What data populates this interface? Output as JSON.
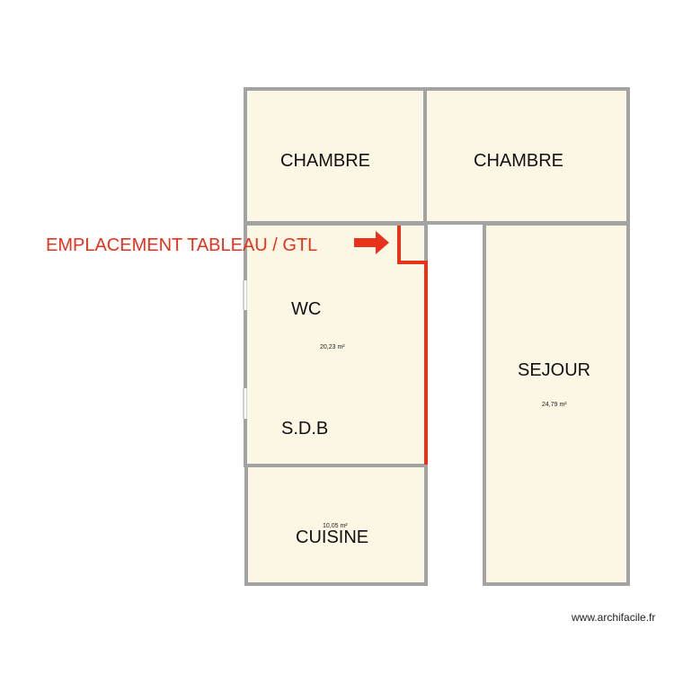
{
  "colors": {
    "room_fill": "#fbf7e4",
    "wall": "#a3a3a3",
    "annotation_red": "#e8321c"
  },
  "rooms": {
    "chambre_1": {
      "name": "CHAMBRE",
      "area": ""
    },
    "chambre_2": {
      "name": "CHAMBRE",
      "area": ""
    },
    "wc": {
      "name": "WC"
    },
    "sdb": {
      "name": "S.D.B"
    },
    "wc_sdb_area": "20,23 m²",
    "sejour": {
      "name": "SEJOUR",
      "area": "24,79 m²"
    },
    "cuisine": {
      "name": "CUISINE",
      "area": "10,05 m²"
    }
  },
  "annotation": {
    "label": "EMPLACEMENT TABLEAU / GTL",
    "arrow_icon": "right-arrow-icon"
  },
  "footer": {
    "credit": "www.archifacile.fr"
  }
}
